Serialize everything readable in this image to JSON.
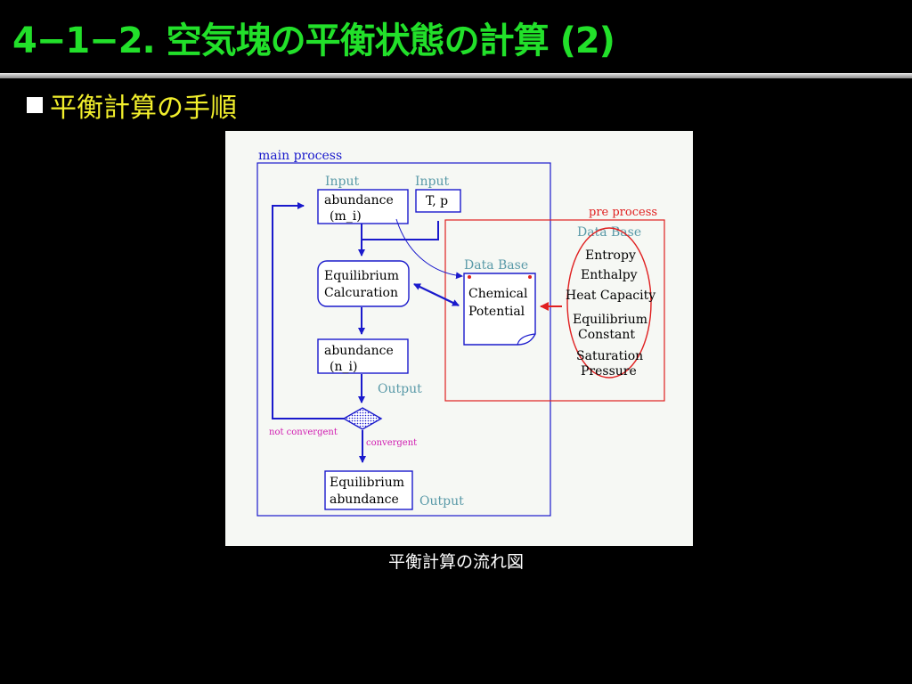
{
  "slide": {
    "title": "4−1−2. 空気塊の平衡状態の計算 (2)",
    "bullet": "平衡計算の手順",
    "caption": "平衡計算の流れ図"
  },
  "diagram": {
    "main_process_label": "main process",
    "pre_process_label": "pre process",
    "input_label_1": "Input",
    "input_label_2": "Input",
    "abundance_in": [
      "abundance",
      "(m_i)"
    ],
    "tp": "T, p",
    "equilibrium_calc": [
      "Equilibrium",
      "Calcuration"
    ],
    "chemical_potential": [
      "Chemical",
      "Potential"
    ],
    "data_base_inner": "Data Base",
    "data_base_outer": "Data Base",
    "abundance_out": [
      "abundance",
      "(n_i)"
    ],
    "output_label_1": "Output",
    "not_convergent": "not convergent",
    "convergent": "convergent",
    "equilibrium_abundance": [
      "Equilibrium",
      "abundance"
    ],
    "output_label_2": "Output",
    "db_items": {
      "entropy": "Entropy",
      "enthalpy": "Enthalpy",
      "heat_capacity": "Heat Capacity",
      "equilibrium_constant": [
        "Equilibrium",
        "Constant"
      ],
      "saturation_pressure": [
        "Saturation",
        "Pressure"
      ]
    }
  },
  "colors": {
    "title": "#22e02a",
    "bullet": "#f2ef2c",
    "diagram_blue": "#1a1acc",
    "diagram_red": "#e02020",
    "label_teal": "#5a9aa8",
    "label_magenta": "#d01ab0"
  }
}
